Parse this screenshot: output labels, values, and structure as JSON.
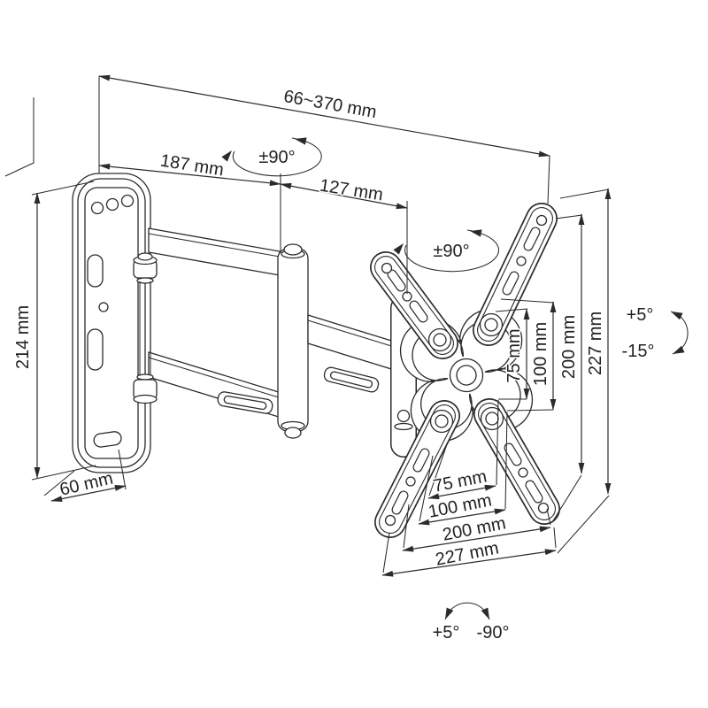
{
  "diagram": {
    "type": "technical-dimension-drawing",
    "subject": "articulating-tv-wall-mount-bracket",
    "colors": {
      "background": "#ffffff",
      "line": "#2b2b2b",
      "text": "#231f20"
    },
    "labels": {
      "extension_range": "66~370 mm",
      "arm_main": "187 mm",
      "arm_fore": "127 mm",
      "swivel_top": "±90°",
      "swivel_plate": "±90°",
      "plate_height": "214 mm",
      "plate_depth": "60 mm",
      "vesa_v75": "75 mm",
      "vesa_v100": "100 mm",
      "vesa_v200": "200 mm",
      "vesa_v227": "227 mm",
      "vesa_h75": "75 mm",
      "vesa_h100": "100 mm",
      "vesa_h200": "200 mm",
      "vesa_h227": "227 mm",
      "tilt_up": "+5°",
      "tilt_down": "-15°",
      "rot_cw": "+5°",
      "rot_ccw": "-90°"
    }
  }
}
